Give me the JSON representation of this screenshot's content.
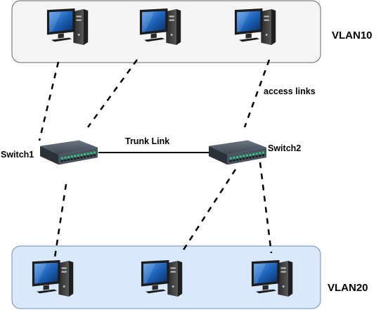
{
  "vlans": {
    "top": {
      "label": "VLAN10",
      "fill": "#f5f5f5",
      "stroke": "#666666"
    },
    "bottom": {
      "label": "VLAN20",
      "fill": "#dae8fc",
      "stroke": "#6c8ebf"
    }
  },
  "switches": {
    "left": {
      "label": "Switch1"
    },
    "right": {
      "label": "Switch2"
    }
  },
  "links": {
    "trunk_label": "Trunk Link",
    "access_label": "access links"
  },
  "icons": {
    "computer": "desktop-computer-icon",
    "switch": "network-switch-icon"
  },
  "colors": {
    "link": "#000000",
    "screen": "#1a5fb4",
    "tower": "#4a4a4a",
    "switch_body": "#3d4550",
    "port_led": "#2ec27e"
  }
}
